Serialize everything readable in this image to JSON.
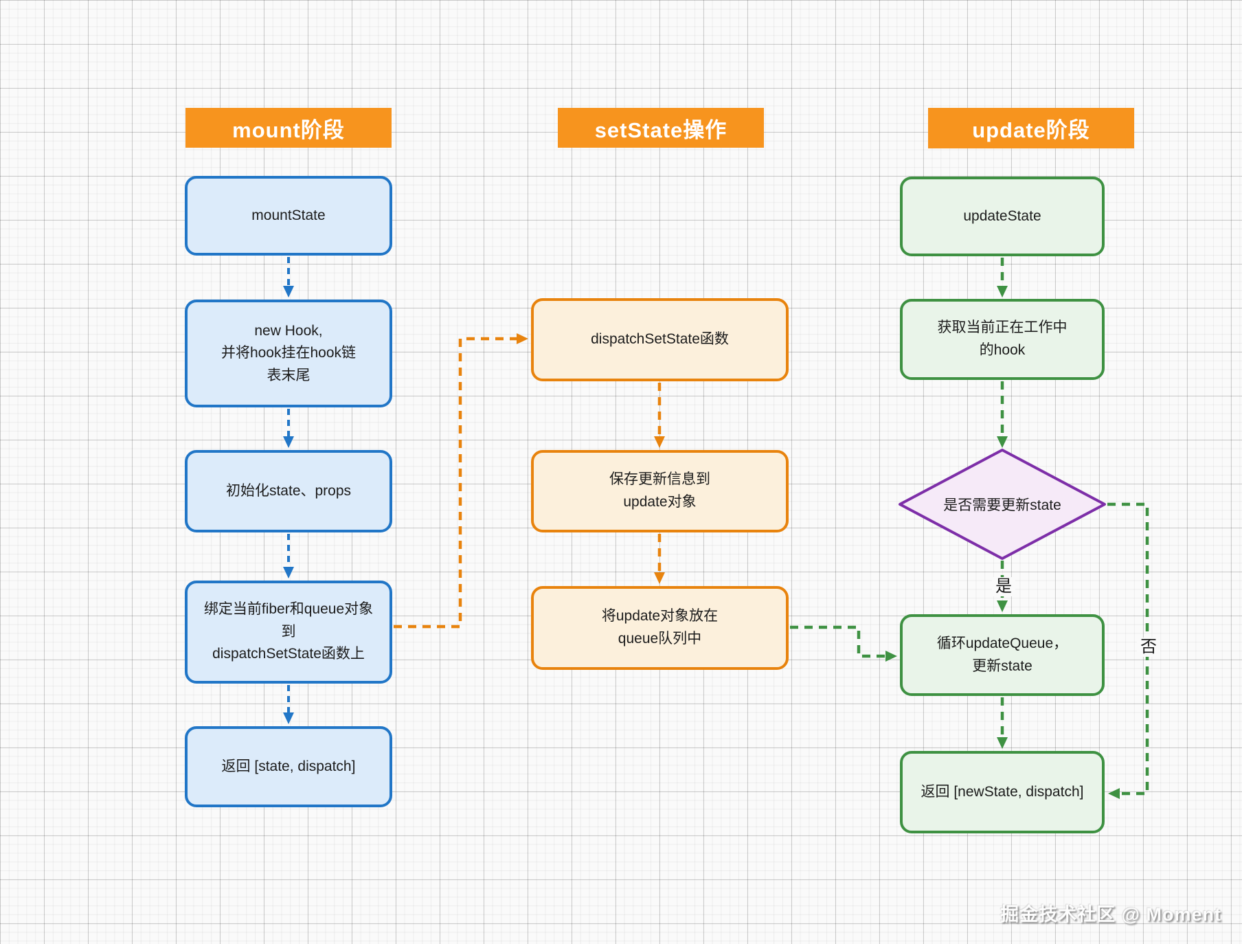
{
  "diagram": {
    "columns": [
      {
        "id": "mount",
        "header": "mount阶段",
        "boxes": [
          "mountState",
          "new Hook,\n并将hook挂在hook链\n表末尾",
          "初始化state、props",
          "绑定当前fiber和queue对象\n到\ndispatchSetState函数上",
          "返回 [state, dispatch]"
        ]
      },
      {
        "id": "setstate",
        "header": "setState操作",
        "boxes": [
          "dispatchSetState函数",
          "保存更新信息到\nupdate对象",
          "将update对象放在\nqueue队列中"
        ]
      },
      {
        "id": "update",
        "header": "update阶段",
        "boxes": [
          "updateState",
          "获取当前正在工作中\n的hook",
          "循环updateQueue，\n更新state",
          "返回 [newState, dispatch]"
        ],
        "decision": "是否需要更新state",
        "branch_labels": {
          "yes": "是",
          "no": "否"
        }
      }
    ],
    "watermark": "掘金技术社区 @ Moment",
    "colors": {
      "header_bg": "#F7941E",
      "header_text": "#FFFFFF",
      "node_text": "#1B1B1B",
      "blue_border": "#2176C7",
      "blue_fill": "#DCEBFA",
      "orange_border": "#E8830D",
      "orange_fill": "#FCF0DC",
      "green_border": "#3E9142",
      "green_fill": "#E9F4E9",
      "purple_border": "#7D2EA8",
      "purple_fill": "#F6EAF8",
      "watermark_text": "#FDFDFD"
    }
  }
}
